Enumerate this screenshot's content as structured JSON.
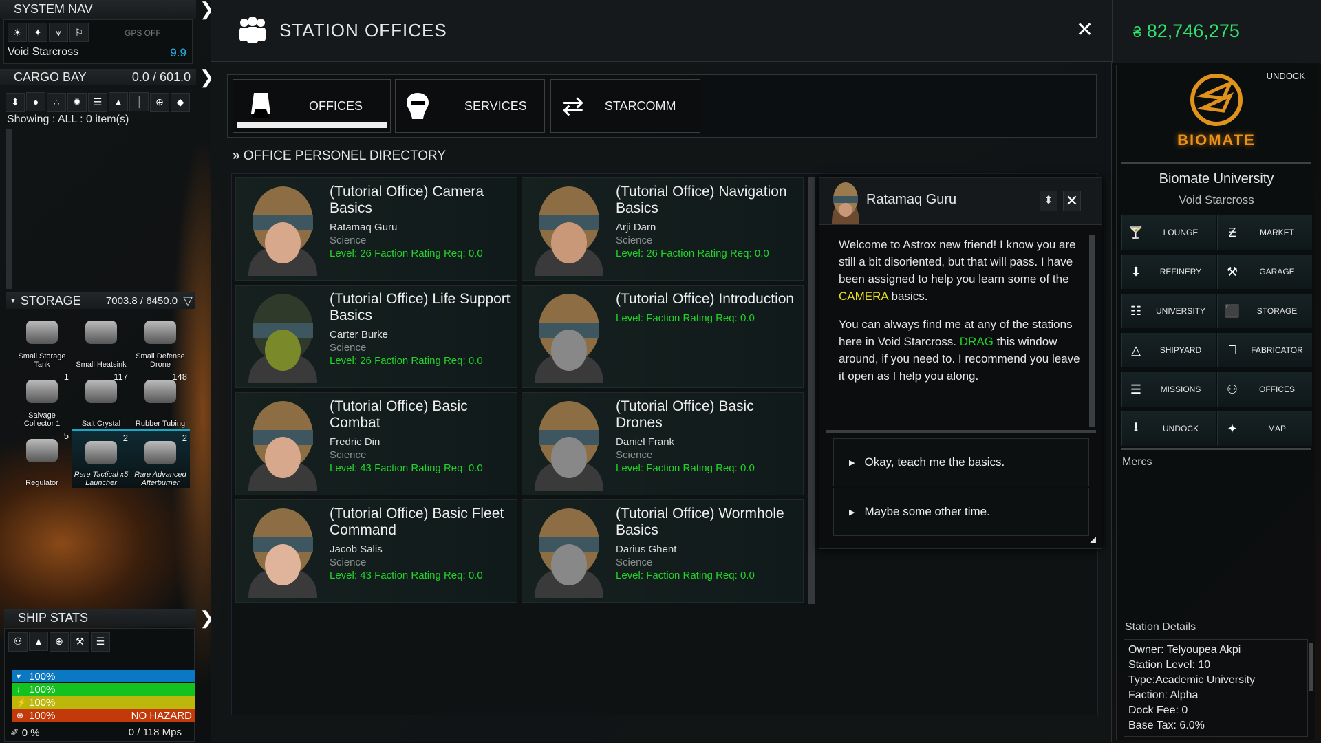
{
  "system_nav": {
    "title": "SYSTEM NAV",
    "gps": "GPS OFF",
    "system": "Void Starcross",
    "security": "9.9",
    "icons": [
      "sun-icon",
      "network-icon",
      "route-icon",
      "waypoint-icon"
    ]
  },
  "cargo": {
    "title": "CARGO BAY",
    "capacity": "0.0 / 601.0",
    "showing": "Showing : ALL : 0 item(s)",
    "filter_icons": [
      "sort-icon",
      "ore-icon",
      "cluster-icon",
      "burst-icon",
      "stack-icon",
      "bullet-icon",
      "ammo-icon",
      "plus-circle-icon",
      "diamond-icon"
    ]
  },
  "storage": {
    "title": "STORAGE",
    "capacity": "7003.8 / 6450.0",
    "items": [
      {
        "name": "Small Storage Tank",
        "count": "",
        "rare": false
      },
      {
        "name": "Small Heatsink",
        "count": "",
        "rare": false
      },
      {
        "name": "Small Defense Drone",
        "count": "",
        "rare": false
      },
      {
        "name": "Salvage Collector 1",
        "count": "1",
        "rare": false
      },
      {
        "name": "Salt Crystal",
        "count": "117",
        "rare": false
      },
      {
        "name": "Rubber Tubing",
        "count": "148",
        "rare": false
      },
      {
        "name": "Regulator",
        "count": "5",
        "rare": false
      },
      {
        "name": "Rare Tactical x5 Launcher",
        "count": "2",
        "rare": true
      },
      {
        "name": "Rare Advanced Afterburner",
        "count": "2",
        "rare": true
      }
    ]
  },
  "ship_stats": {
    "title": "SHIP STATS",
    "bars": [
      {
        "icon": "shield-icon",
        "value": "100%",
        "extra": "",
        "color": "#0a78c2"
      },
      {
        "icon": "armor-icon",
        "value": "100%",
        "extra": "",
        "color": "#13c21f"
      },
      {
        "icon": "energy-icon",
        "value": "100%",
        "extra": "",
        "color": "#bdb60b"
      },
      {
        "icon": "hazard-icon",
        "value": "100%",
        "extra": "NO HAZARD",
        "color": "#c23a0a"
      }
    ],
    "cargo_pct": "0 %",
    "speed": "0  /  118 Mps"
  },
  "window": {
    "title": "STATION OFFICES",
    "tabs": [
      {
        "label": "OFFICES",
        "active": true
      },
      {
        "label": "SERVICES",
        "active": false
      },
      {
        "label": "STARCOMM",
        "active": false
      }
    ],
    "section": "OFFICE PERSONEL DIRECTORY"
  },
  "labels": {
    "level": "Level:",
    "faction": "Faction Rating Req:"
  },
  "offices": [
    {
      "title": "(Tutorial Office) Camera Basics",
      "name": "Ratamaq Guru",
      "role": "Science",
      "level": "26",
      "req": "0.0"
    },
    {
      "title": "(Tutorial Office) Navigation Basics",
      "name": "Arji Darn",
      "role": "Science",
      "level": "26",
      "req": "0.0"
    },
    {
      "title": "(Tutorial Office) Life Support Basics",
      "name": "Carter Burke",
      "role": "Science",
      "level": "26",
      "req": "0.0"
    },
    {
      "title": "(Tutorial Office) Introduction",
      "name": "",
      "role": "",
      "level": "",
      "req": "0.0"
    },
    {
      "title": "(Tutorial Office) Basic Combat",
      "name": "Fredric Din",
      "role": "Science",
      "level": "43",
      "req": "0.0"
    },
    {
      "title": "(Tutorial Office) Basic Drones",
      "name": "Daniel Frank",
      "role": "Science",
      "level": "",
      "req": "0.0"
    },
    {
      "title": "(Tutorial Office) Basic Fleet Command",
      "name": "Jacob Salis",
      "role": "Science",
      "level": "43",
      "req": "0.0"
    },
    {
      "title": "(Tutorial Office) Wormhole Basics",
      "name": "Darius Ghent",
      "role": "Science",
      "level": "",
      "req": "0.0"
    }
  ],
  "credits": {
    "value": "82,746,275",
    "color": "#2fe06a"
  },
  "station": {
    "undock": "UNDOCK",
    "logo": "BIOMATE",
    "name": "Biomate University",
    "system": "Void Starcross",
    "buttons": [
      {
        "label": "LOUNGE",
        "icon": "lounge-icon"
      },
      {
        "label": "MARKET",
        "icon": "market-icon"
      },
      {
        "label": "REFINERY",
        "icon": "refinery-icon"
      },
      {
        "label": "GARAGE",
        "icon": "garage-icon"
      },
      {
        "label": "UNIVERSITY",
        "icon": "university-icon"
      },
      {
        "label": "STORAGE",
        "icon": "storage-icon"
      },
      {
        "label": "SHIPYARD",
        "icon": "shipyard-icon"
      },
      {
        "label": "FABRICATOR",
        "icon": "fabricator-icon"
      },
      {
        "label": "MISSIONS",
        "icon": "missions-icon"
      },
      {
        "label": "OFFICES",
        "icon": "offices-icon"
      },
      {
        "label": "UNDOCK",
        "icon": "undock-icon"
      },
      {
        "label": "MAP",
        "icon": "map-icon"
      }
    ],
    "mercs": "Mercs",
    "details_title": "Station Details",
    "details": [
      "Owner: Telyoupea Akpi",
      "Station Level: 10",
      "Type:Academic University",
      "Faction: Alpha",
      "Dock Fee: 0",
      "Base Tax: 6.0%"
    ]
  },
  "dialog": {
    "name": "Ratamaq Guru",
    "paragraphs": [
      [
        {
          "t": "Welcome to Astrox new friend! I know you are still a bit disoriented, but that will pass. I have been assigned to help you learn some of the ",
          "c": ""
        },
        {
          "t": "CAMERA",
          "c": "hl-y"
        },
        {
          "t": " basics.",
          "c": ""
        }
      ],
      [
        {
          "t": "You can always find me at any of the stations here in Void Starcross. ",
          "c": ""
        },
        {
          "t": "DRAG",
          "c": "hl-g"
        },
        {
          "t": " this window around, if you need to. I recommend you leave it open as I help you along.",
          "c": ""
        }
      ]
    ],
    "options": [
      "Okay, teach me the basics.",
      "Maybe some other time."
    ]
  }
}
